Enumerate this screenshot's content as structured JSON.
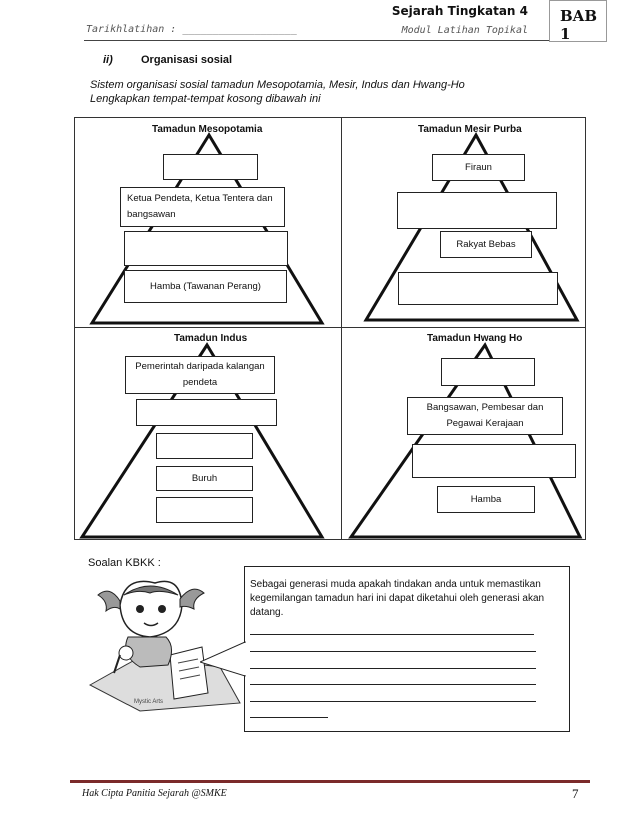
{
  "header": {
    "left": "Tarikhlatihan : ___________________",
    "title": "Sejarah Tingkatan 4",
    "subtitle": "Modul Latihan Topikal",
    "chapter": "BAB 1"
  },
  "section": {
    "number": "ii)",
    "title": "Organisasi sosial",
    "intro_line1": "Sistem organisasi sosial tamadun Mesopotamia, Mesir, Indus dan Hwang-Ho",
    "intro_line2": "Lengkapkan tempat-tempat kosong dibawah ini"
  },
  "civilizations": {
    "mesopotamia": {
      "title": "Tamadun Mesopotamia",
      "levels": [
        "",
        "Ketua Pendeta, Ketua Tentera dan bangsawan",
        "",
        "Hamba (Tawanan Perang)"
      ]
    },
    "mesir": {
      "title": "Tamadun Mesir Purba",
      "levels": [
        "Firaun",
        "",
        "Rakyat Bebas",
        ""
      ]
    },
    "indus": {
      "title": "Tamadun Indus",
      "levels": [
        "Pemerintah daripada kalangan pendeta",
        "",
        "",
        "Buruh",
        ""
      ]
    },
    "hwangho": {
      "title": "Tamadun Hwang Ho",
      "levels": [
        "",
        "Bangsawan, Pembesar dan Pegawai Kerajaan",
        "",
        "Hamba"
      ]
    }
  },
  "kbkk": {
    "label": "Soalan KBKK :",
    "question": "Sebagai generasi muda apakah tindakan anda untuk memastikan kegemilangan tamadun hari ini dapat diketahui oleh generasi akan datang.",
    "signature": "Mystic Arts"
  },
  "footer": {
    "copyright": "Hak Cipta Panitia Sejarah @SMKE",
    "page": "7"
  }
}
